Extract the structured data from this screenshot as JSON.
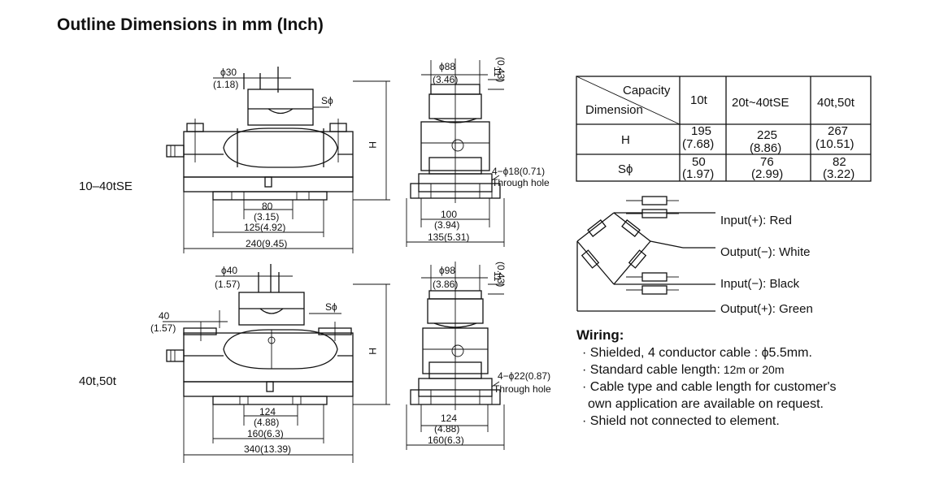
{
  "title": "Outline Dimensions in mm (Inch)",
  "models": {
    "top": "10–40tSE",
    "bottom": "40t,50t"
  },
  "top_front": {
    "phi": "ϕ30",
    "phi_in": "(1.18)",
    "sphi": "Sϕ",
    "h": "H",
    "d1": "80",
    "d1_in": "(3.15)",
    "d2": "125(4.92)",
    "d3": "240(9.45)"
  },
  "top_side": {
    "phi": "ϕ88",
    "phi_in": "(3.46)",
    "top_h": "11",
    "top_h_in": "(0.43)",
    "hole1": "4−ϕ18(0.71)",
    "hole2": "Through hole",
    "d1": "100",
    "d1_in": "(3.94)",
    "d2": "135(5.31)"
  },
  "bottom_front": {
    "phi": "ϕ40",
    "phi_in": "(1.57)",
    "sphi": "Sϕ",
    "side": "40",
    "side_in": "(1.57)",
    "h": "H",
    "d1": "124",
    "d1_in": "(4.88)",
    "d2": "160(6.3)",
    "d3": "340(13.39)"
  },
  "bottom_side": {
    "phi": "ϕ98",
    "phi_in": "(3.86)",
    "top_h": "11",
    "top_h_in": "(0.43)",
    "hole1": "4−ϕ22(0.87)",
    "hole2": "Through hole",
    "d1": "124",
    "d1_in": "(4.88)",
    "d2": "160(6.3)"
  },
  "table": {
    "corner_top": "Capacity",
    "corner_bottom": "Dimension",
    "columns": [
      "10t",
      "20t~40tSE",
      "40t,50t"
    ],
    "rows": [
      {
        "label": "H",
        "values": [
          "195",
          "225",
          "267"
        ],
        "inches": [
          "(7.68)",
          "(8.86)",
          "(10.51)"
        ]
      },
      {
        "label": "Sϕ",
        "values": [
          "50",
          "76",
          "82"
        ],
        "inches": [
          "(1.97)",
          "(2.99)",
          "(3.22)"
        ]
      }
    ]
  },
  "wires": {
    "input_pos": "Input(+): Red",
    "output_neg": "Output(−): White",
    "input_neg": "Input(−): Black",
    "output_pos": "Output(+): Green"
  },
  "wiring": {
    "heading": "Wiring:",
    "line1": "· Shielded, 4 conductor cable : ϕ5.5mm.",
    "line2a": "· Standard cable length:",
    "line2b": " 12m or 20m",
    "line3": "· Cable type and cable length for customer's",
    "line3b": "own application are available on request.",
    "line4": "· Shield not connected to element."
  }
}
